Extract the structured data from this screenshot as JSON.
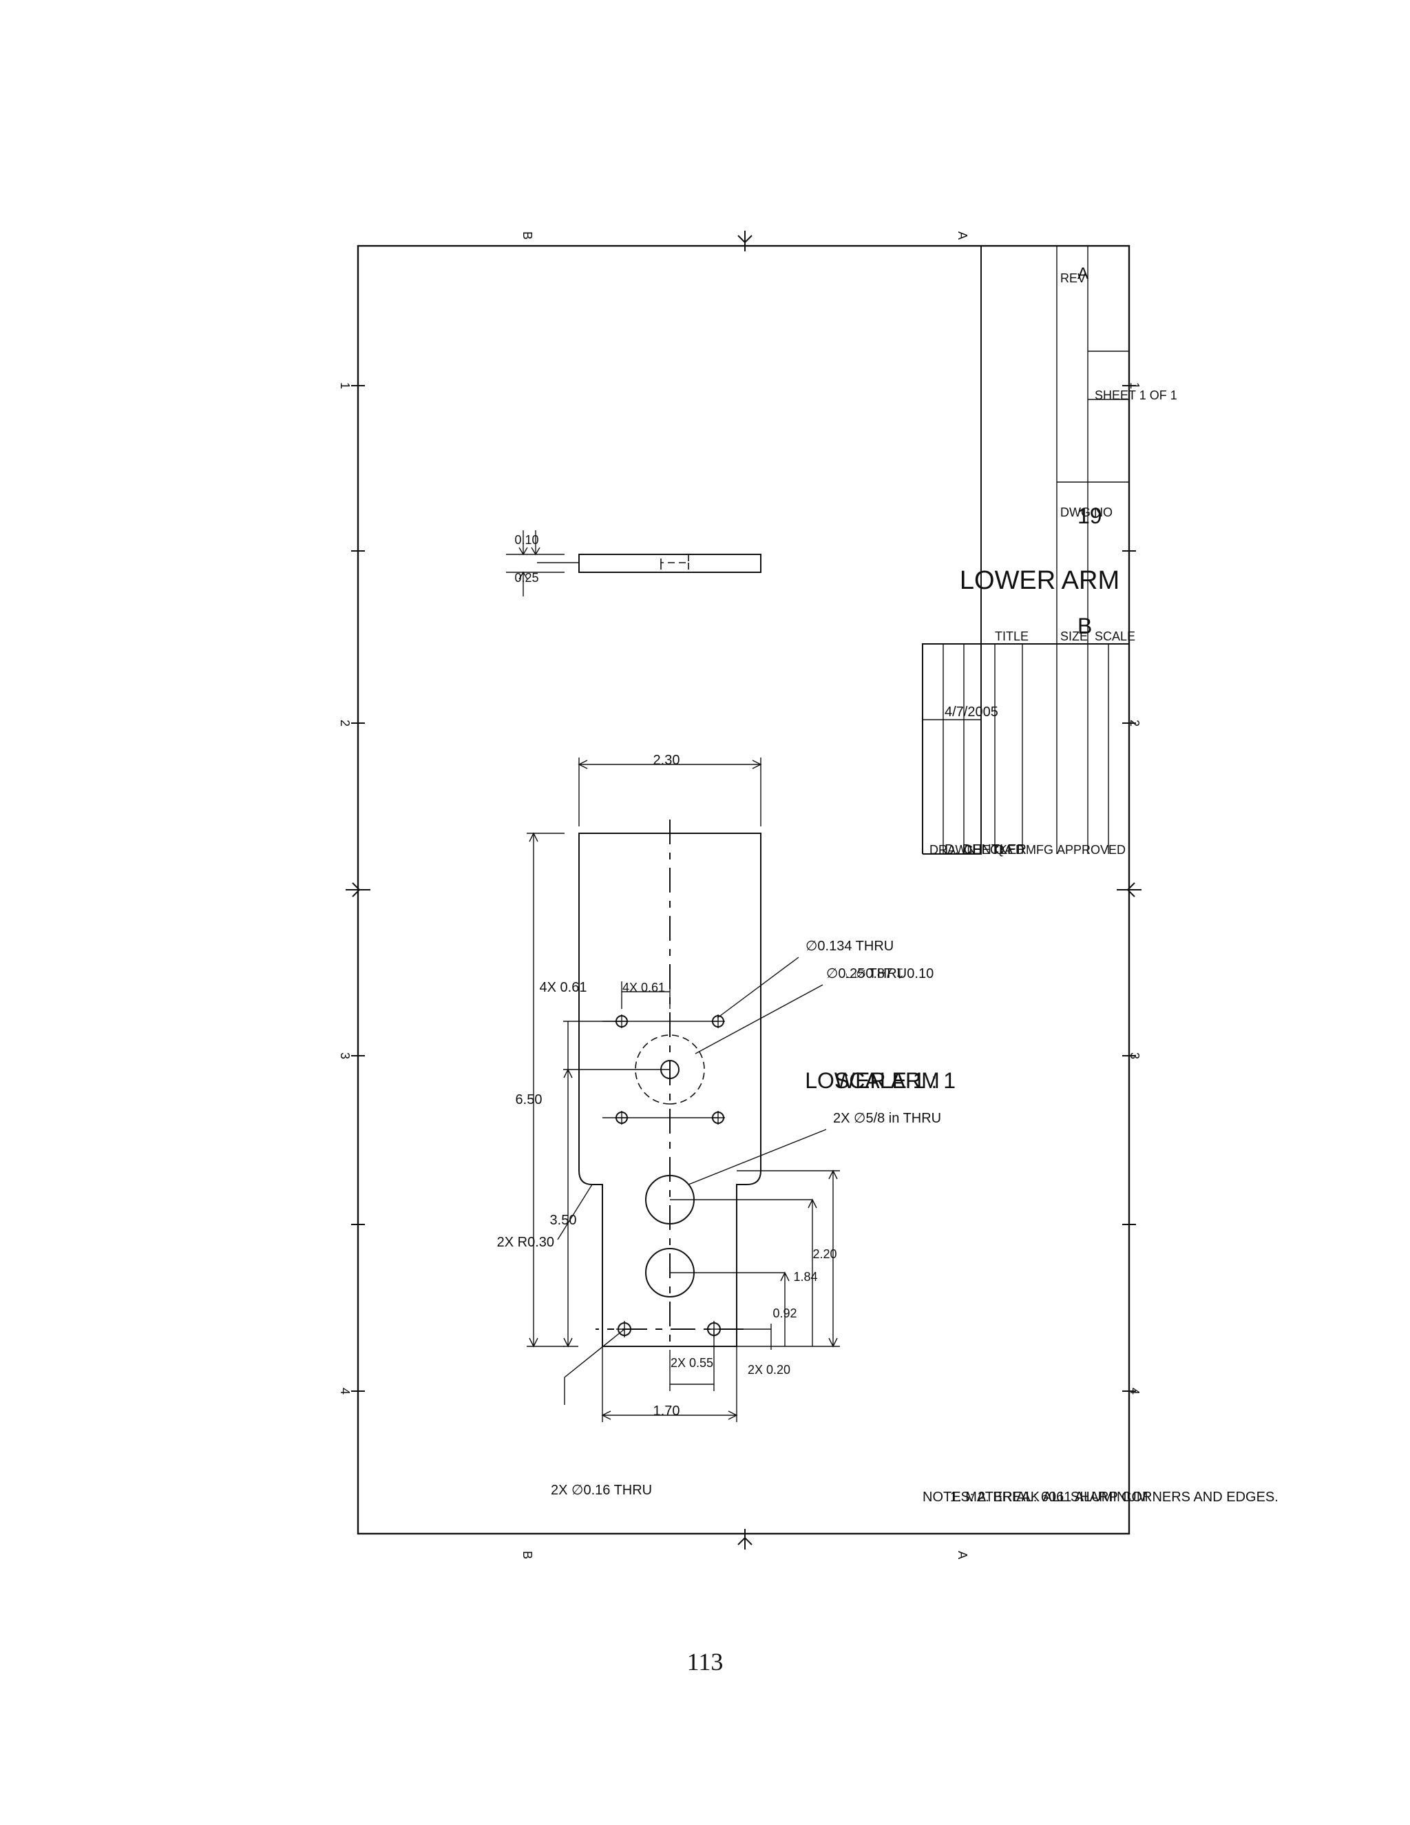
{
  "sheet": {
    "zone_cols": [
      "1",
      "2",
      "3",
      "4"
    ],
    "zone_rows": [
      "B",
      "A"
    ]
  },
  "dimensions": {
    "overall_length": "6.50",
    "width": "2.30",
    "pattern_offset": "3.50",
    "four_x_pos": "4X 0.61",
    "four_x_neg": "4X 0.61",
    "holes_spacing": "2.20",
    "hole2_pos": "1.84",
    "hole1_pos": "0.92",
    "edge_offset": "2X 0.20",
    "small_holes_offset": "2X 0.55",
    "end_width": "1.70",
    "thickness": "0.25",
    "counterbore_depth": "0.10"
  },
  "callouts": {
    "fillet": "2X R0.30",
    "small_thru": "2X ∅0.16 THRU",
    "pattern_holes": "∅0.134 THRU",
    "center_hole": "∅0.25 THRU",
    "counterbore": "⌴∅0.87 ↧ 0.10",
    "large_holes": "2X ∅5/8 in THRU"
  },
  "view": {
    "name": "LOWER ARM",
    "scale": "SCALE 1 : 1"
  },
  "notes": {
    "heading": "NOTES:",
    "items": [
      "1.  MATERIAL: 6061 ALUMINUM",
      "2.  BREAK ALL SHARP CORNERS AND EDGES."
    ]
  },
  "title_block": {
    "drawn_label": "DRAWN",
    "drawn_by": "D. DENTLER",
    "drawn_date": "4/7/2005",
    "checked_label": "CHECKED",
    "qa_label": "QA",
    "mfg_label": "MFG",
    "approved_label": "APPROVED",
    "title_label": "TITLE",
    "title": "LOWER ARM",
    "size_label": "SIZE",
    "size": "B",
    "dwg_no_label": "DWG NO",
    "dwg_no": "19",
    "rev_label": "REV",
    "rev": "A",
    "scale_label": "SCALE",
    "sheet_text": "SHEET  1   OF  1"
  },
  "page_number": "113"
}
